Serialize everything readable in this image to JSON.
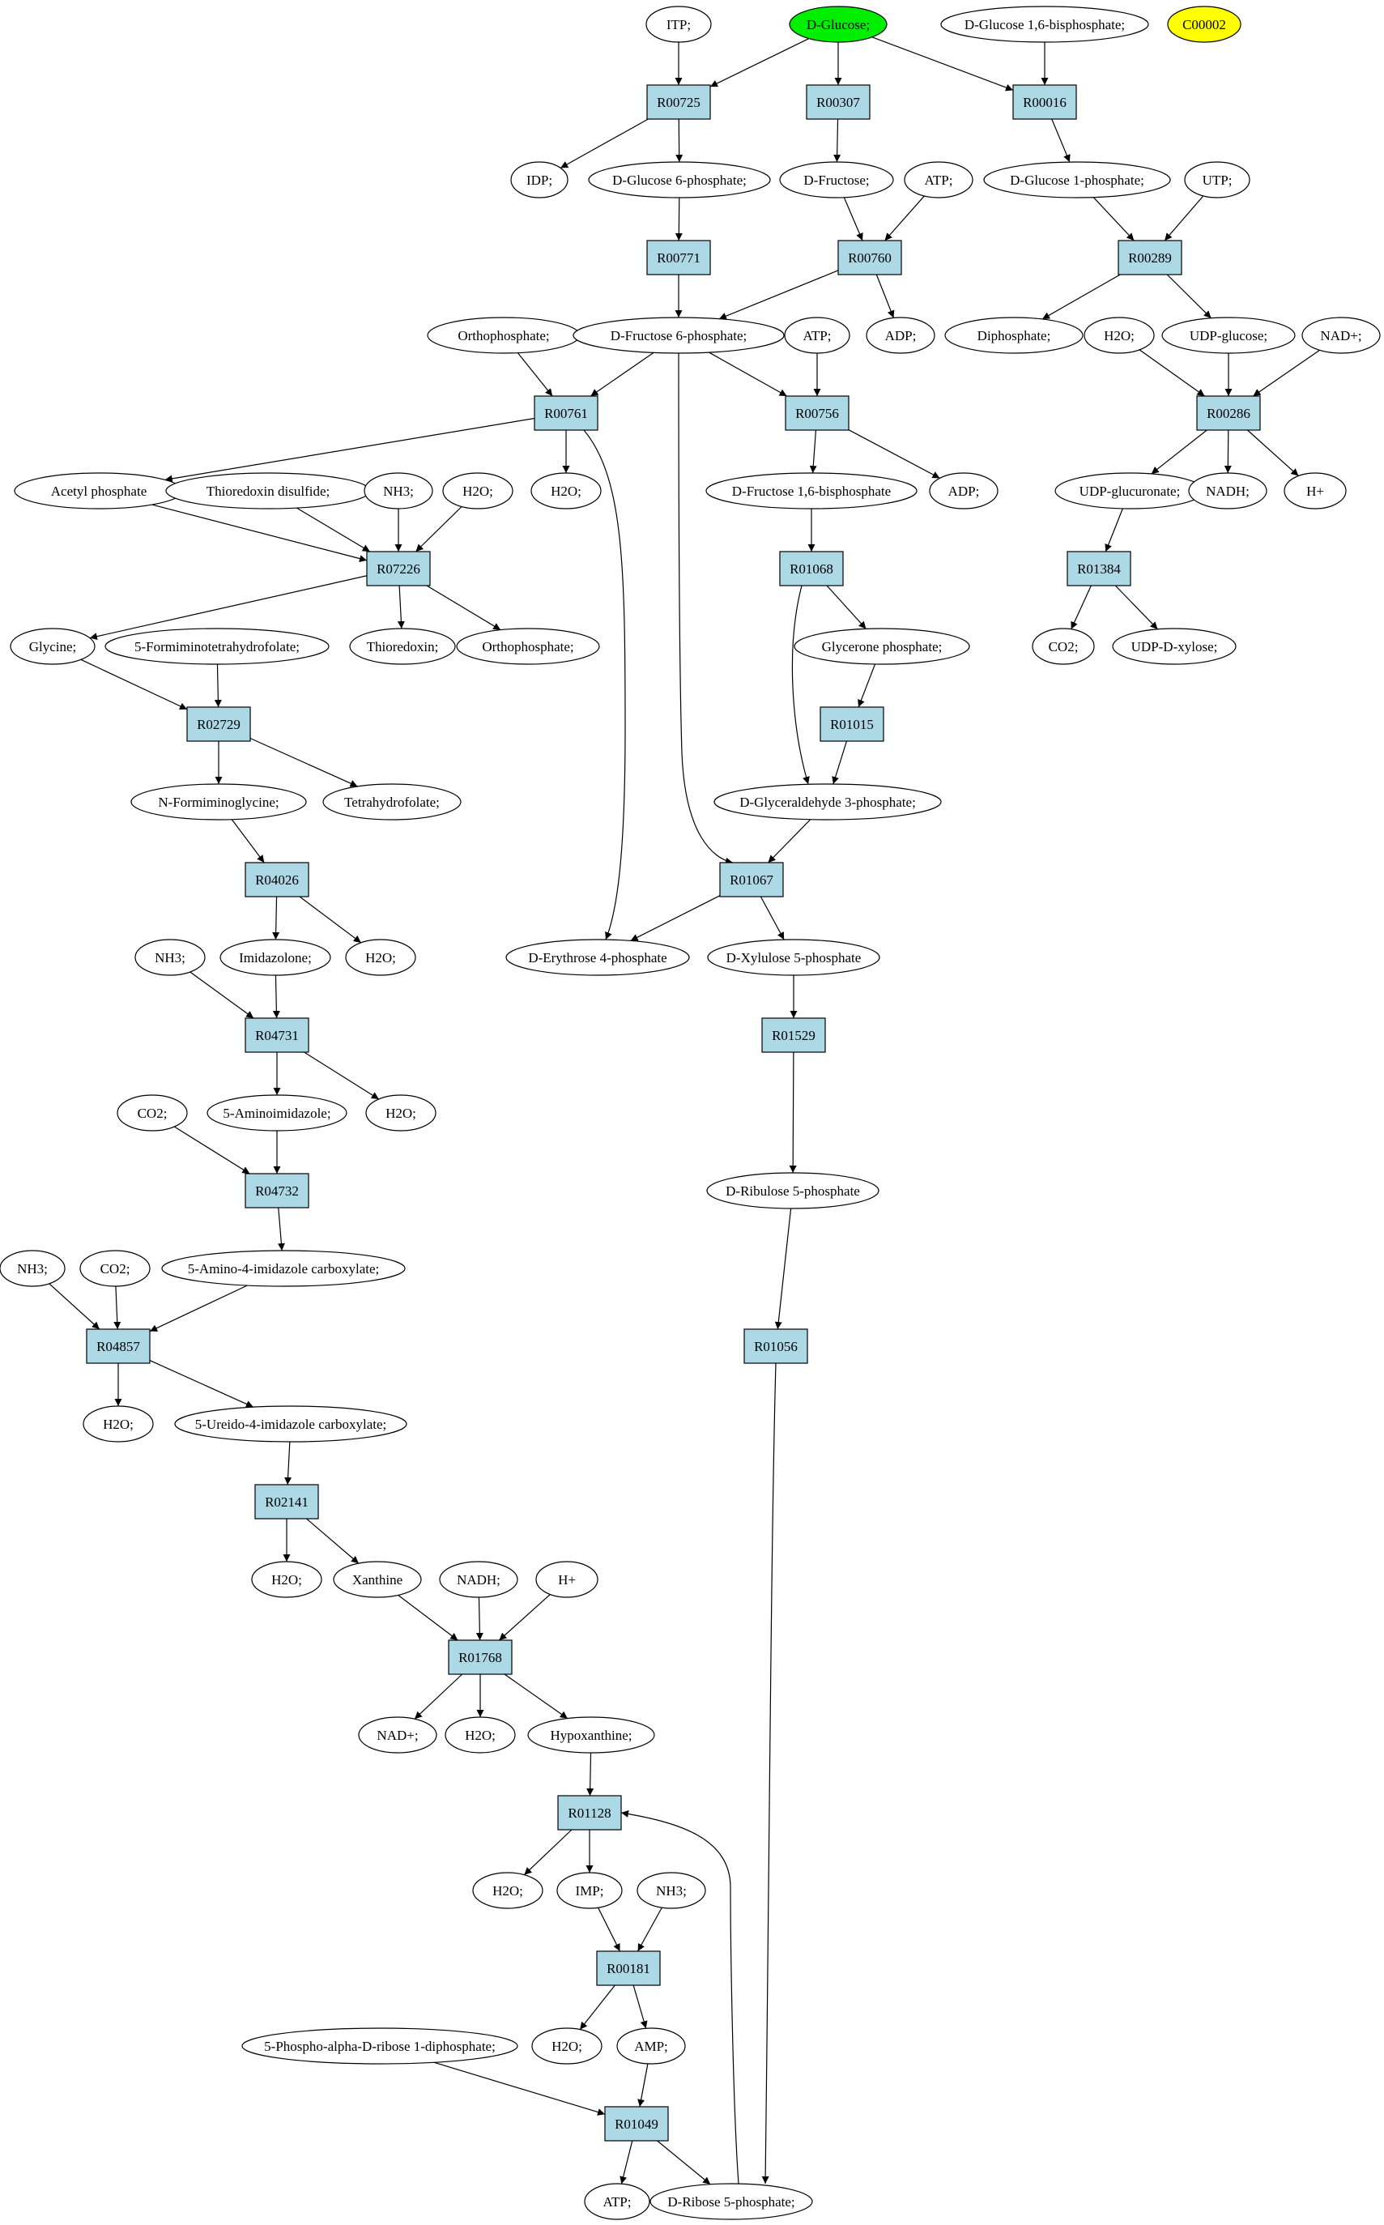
{
  "colors": {
    "reaction": "#add8e6",
    "compound": "#ffffff",
    "source_compound": "#00ee00",
    "legend_compound": "#ffff00",
    "line": "#000000"
  },
  "compounds": {
    "c_itp": "ITP;",
    "c_dglucose": "D-Glucose;",
    "c_dg16bp": "D-Glucose 1,6-bisphosphate;",
    "c_c00002": "C00002",
    "c_idp": "IDP;",
    "c_dg6p": "D-Glucose 6-phosphate;",
    "c_dfructose": "D-Fructose;",
    "c_atp1": "ATP;",
    "c_dg1p": "D-Glucose 1-phosphate;",
    "c_utp": "UTP;",
    "c_ortho1": "Orthophosphate;",
    "c_df6p": "D-Fructose 6-phosphate;",
    "c_atp2": "ATP;",
    "c_adp1": "ADP;",
    "c_diphos": "Diphosphate;",
    "c_h2o_a": "H2O;",
    "c_udpglc": "UDP-glucose;",
    "c_nadp": "NAD+;",
    "c_acetylp": "Acetyl phosphate",
    "c_trxss": "Thioredoxin disulfide;",
    "c_nh3_a": "NH3;",
    "c_h2o_b": "H2O;",
    "c_h2o_c": "H2O;",
    "c_dfbp": "D-Fructose 1,6-bisphosphate",
    "c_adp2": "ADP;",
    "c_udpglcur": "UDP-glucuronate;",
    "c_nadh1": "NADH;",
    "c_hplus1": "H+",
    "c_glycine": "Glycine;",
    "c_5fthf": "5-Formiminotetrahydrofolate;",
    "c_trx": "Thioredoxin;",
    "c_ortho2": "Orthophosphate;",
    "c_glyceronep": "Glycerone phosphate;",
    "c_co2_a": "CO2;",
    "c_udpxyl": "UDP-D-xylose;",
    "c_nfgly": "N-Formiminoglycine;",
    "c_thf": "Tetrahydrofolate;",
    "c_g3p": "D-Glyceraldehyde 3-phosphate;",
    "c_nh3_b": "NH3;",
    "c_imidazolone": "Imidazolone;",
    "c_h2o_d": "H2O;",
    "c_e4p": "D-Erythrose 4-phosphate",
    "c_x5p": "D-Xylulose 5-phosphate",
    "c_co2_b": "CO2;",
    "c_5aiz": "5-Aminoimidazole;",
    "c_h2o_e": "H2O;",
    "c_ru5p": "D-Ribulose 5-phosphate",
    "c_5a4ic": "5-Amino-4-imidazole carboxylate;",
    "c_nh3_c": "NH3;",
    "c_co2_c": "CO2;",
    "c_h2o_f": "H2O;",
    "c_5u4ic": "5-Ureido-4-imidazole carboxylate;",
    "c_h2o_g": "H2O;",
    "c_xanthine": "Xanthine",
    "c_nadh2": "NADH;",
    "c_hplus2": "H+",
    "c_nadp2": "NAD+;",
    "c_h2o_h": "H2O;",
    "c_hypox": "Hypoxanthine;",
    "c_h2o_i": "H2O;",
    "c_imp": "IMP;",
    "c_nh3_d": "NH3;",
    "c_prpp": "5-Phospho-alpha-D-ribose 1-diphosphate;",
    "c_h2o_j": "H2O;",
    "c_amp": "AMP;",
    "c_atp3": "ATP;",
    "c_r5p": "D-Ribose 5-phosphate;"
  },
  "reactions": {
    "r_R00725": "R00725",
    "r_R00307": "R00307",
    "r_R00016": "R00016",
    "r_R00771": "R00771",
    "r_R00760": "R00760",
    "r_R00289": "R00289",
    "r_R00761": "R00761",
    "r_R00756": "R00756",
    "r_R00286": "R00286",
    "r_R07226": "R07226",
    "r_R01068": "R01068",
    "r_R01384": "R01384",
    "r_R02729": "R02729",
    "r_R01015": "R01015",
    "r_R04026": "R04026",
    "r_R01067": "R01067",
    "r_R04731": "R04731",
    "r_R01529": "R01529",
    "r_R04732": "R04732",
    "r_R04857": "R04857",
    "r_R01056": "R01056",
    "r_R02141": "R02141",
    "r_R01768": "R01768",
    "r_R01128": "R01128",
    "r_R00181": "R00181",
    "r_R01049": "R01049"
  },
  "edges": [
    [
      "c_itp",
      "r_R00725"
    ],
    [
      "c_dglucose",
      "r_R00725"
    ],
    [
      "c_dglucose",
      "r_R00307"
    ],
    [
      "c_dglucose",
      "r_R00016"
    ],
    [
      "c_dg16bp",
      "r_R00016"
    ],
    [
      "r_R00725",
      "c_idp"
    ],
    [
      "r_R00725",
      "c_dg6p"
    ],
    [
      "r_R00307",
      "c_dfructose"
    ],
    [
      "r_R00016",
      "c_dg1p"
    ],
    [
      "c_dg6p",
      "r_R00771"
    ],
    [
      "c_dfructose",
      "r_R00760"
    ],
    [
      "c_atp1",
      "r_R00760"
    ],
    [
      "c_dg1p",
      "r_R00289"
    ],
    [
      "c_utp",
      "r_R00289"
    ],
    [
      "r_R00771",
      "c_df6p"
    ],
    [
      "r_R00760",
      "c_df6p"
    ],
    [
      "r_R00760",
      "c_adp1"
    ],
    [
      "r_R00289",
      "c_diphos"
    ],
    [
      "r_R00289",
      "c_udpglc"
    ],
    [
      "c_ortho1",
      "r_R00761"
    ],
    [
      "c_df6p",
      "r_R00761"
    ],
    [
      "c_df6p",
      "r_R00756"
    ],
    [
      "c_atp2",
      "r_R00756"
    ],
    [
      "c_h2o_a",
      "r_R00286"
    ],
    [
      "c_udpglc",
      "r_R00286"
    ],
    [
      "c_nadp",
      "r_R00286"
    ],
    [
      "r_R00761",
      "c_acetylp"
    ],
    [
      "r_R00761",
      "c_h2o_c"
    ],
    [
      "r_R00756",
      "c_dfbp"
    ],
    [
      "r_R00756",
      "c_adp2"
    ],
    [
      "r_R00286",
      "c_udpglcur"
    ],
    [
      "r_R00286",
      "c_nadh1"
    ],
    [
      "r_R00286",
      "c_hplus1"
    ],
    [
      "c_acetylp",
      "r_R07226"
    ],
    [
      "c_trxss",
      "r_R07226"
    ],
    [
      "c_nh3_a",
      "r_R07226"
    ],
    [
      "c_h2o_b",
      "r_R07226"
    ],
    [
      "c_dfbp",
      "r_R01068"
    ],
    [
      "c_udpglcur",
      "r_R01384"
    ],
    [
      "r_R07226",
      "c_glycine"
    ],
    [
      "r_R07226",
      "c_trx"
    ],
    [
      "r_R07226",
      "c_ortho2"
    ],
    [
      "r_R01068",
      "c_glyceronep"
    ],
    [
      "r_R01384",
      "c_co2_a"
    ],
    [
      "r_R01384",
      "c_udpxyl"
    ],
    [
      "c_glycine",
      "r_R02729"
    ],
    [
      "c_5fthf",
      "r_R02729"
    ],
    [
      "c_glyceronep",
      "r_R01015"
    ],
    [
      "r_R02729",
      "c_nfgly"
    ],
    [
      "r_R02729",
      "c_thf"
    ],
    [
      "r_R01015",
      "c_g3p"
    ],
    [
      "c_nfgly",
      "r_R04026"
    ],
    [
      "c_g3p",
      "r_R01067"
    ],
    [
      "r_R04026",
      "c_imidazolone"
    ],
    [
      "r_R04026",
      "c_h2o_d"
    ],
    [
      "r_R01067",
      "c_e4p"
    ],
    [
      "r_R01067",
      "c_x5p"
    ],
    [
      "c_nh3_b",
      "r_R04731"
    ],
    [
      "c_imidazolone",
      "r_R04731"
    ],
    [
      "c_x5p",
      "r_R01529"
    ],
    [
      "r_R04731",
      "c_5aiz"
    ],
    [
      "r_R04731",
      "c_h2o_e"
    ],
    [
      "r_R01529",
      "c_ru5p"
    ],
    [
      "c_co2_b",
      "r_R04732"
    ],
    [
      "c_5aiz",
      "r_R04732"
    ],
    [
      "c_ru5p",
      "r_R01056"
    ],
    [
      "r_R04732",
      "c_5a4ic"
    ],
    [
      "c_nh3_c",
      "r_R04857"
    ],
    [
      "c_co2_c",
      "r_R04857"
    ],
    [
      "c_5a4ic",
      "r_R04857"
    ],
    [
      "r_R04857",
      "c_h2o_f"
    ],
    [
      "r_R04857",
      "c_5u4ic"
    ],
    [
      "c_5u4ic",
      "r_R02141"
    ],
    [
      "r_R02141",
      "c_h2o_g"
    ],
    [
      "r_R02141",
      "c_xanthine"
    ],
    [
      "c_xanthine",
      "r_R01768"
    ],
    [
      "c_nadh2",
      "r_R01768"
    ],
    [
      "c_hplus2",
      "r_R01768"
    ],
    [
      "r_R01768",
      "c_nadp2"
    ],
    [
      "r_R01768",
      "c_h2o_h"
    ],
    [
      "r_R01768",
      "c_hypox"
    ],
    [
      "c_hypox",
      "r_R01128"
    ],
    [
      "r_R01128",
      "c_h2o_i"
    ],
    [
      "r_R01128",
      "c_imp"
    ],
    [
      "c_imp",
      "r_R00181"
    ],
    [
      "c_nh3_d",
      "r_R00181"
    ],
    [
      "r_R00181",
      "c_h2o_j"
    ],
    [
      "r_R00181",
      "c_amp"
    ],
    [
      "c_prpp",
      "r_R01049"
    ],
    [
      "c_amp",
      "r_R01049"
    ],
    [
      "r_R01049",
      "c_atp3"
    ],
    [
      "r_R01049",
      "c_r5p"
    ]
  ],
  "curved_edges": [
    [
      "r_R00761",
      "c_e4p"
    ],
    [
      "c_df6p",
      "r_R01067"
    ],
    [
      "r_R01068",
      "c_g3p"
    ],
    [
      "r_R01056",
      "c_r5p"
    ],
    [
      "c_r5p",
      "r_R01128"
    ]
  ]
}
